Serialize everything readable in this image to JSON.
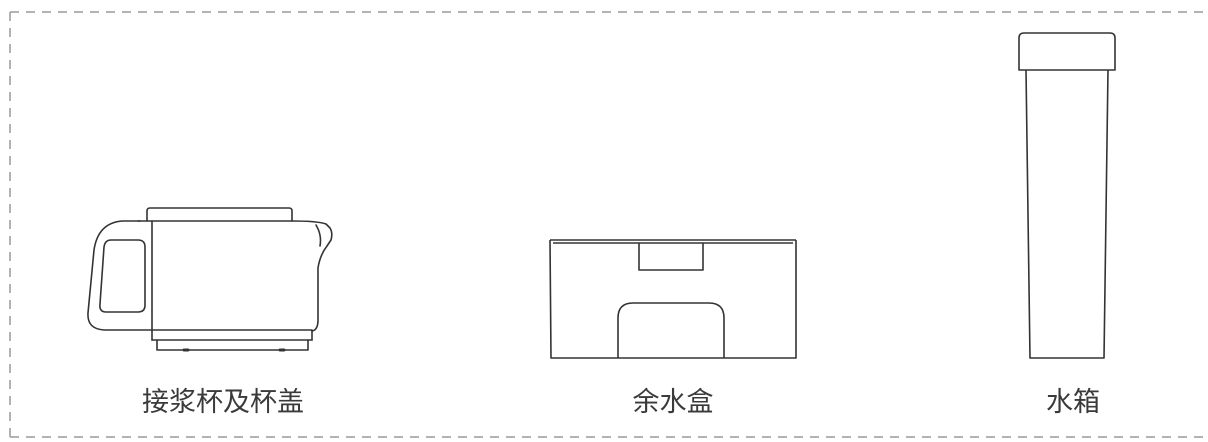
{
  "parts": [
    {
      "id": "pitcher",
      "icon": "pitcher-with-lid-icon",
      "label": "接浆杯及杯盖"
    },
    {
      "id": "drip_tray",
      "icon": "drip-tray-icon",
      "label": "余水盒"
    },
    {
      "id": "water_tank",
      "icon": "water-tank-icon",
      "label": "水箱"
    }
  ],
  "colors": {
    "line": "#333333",
    "border_dash": "#9a9a9a",
    "text": "#3a3a3a"
  }
}
